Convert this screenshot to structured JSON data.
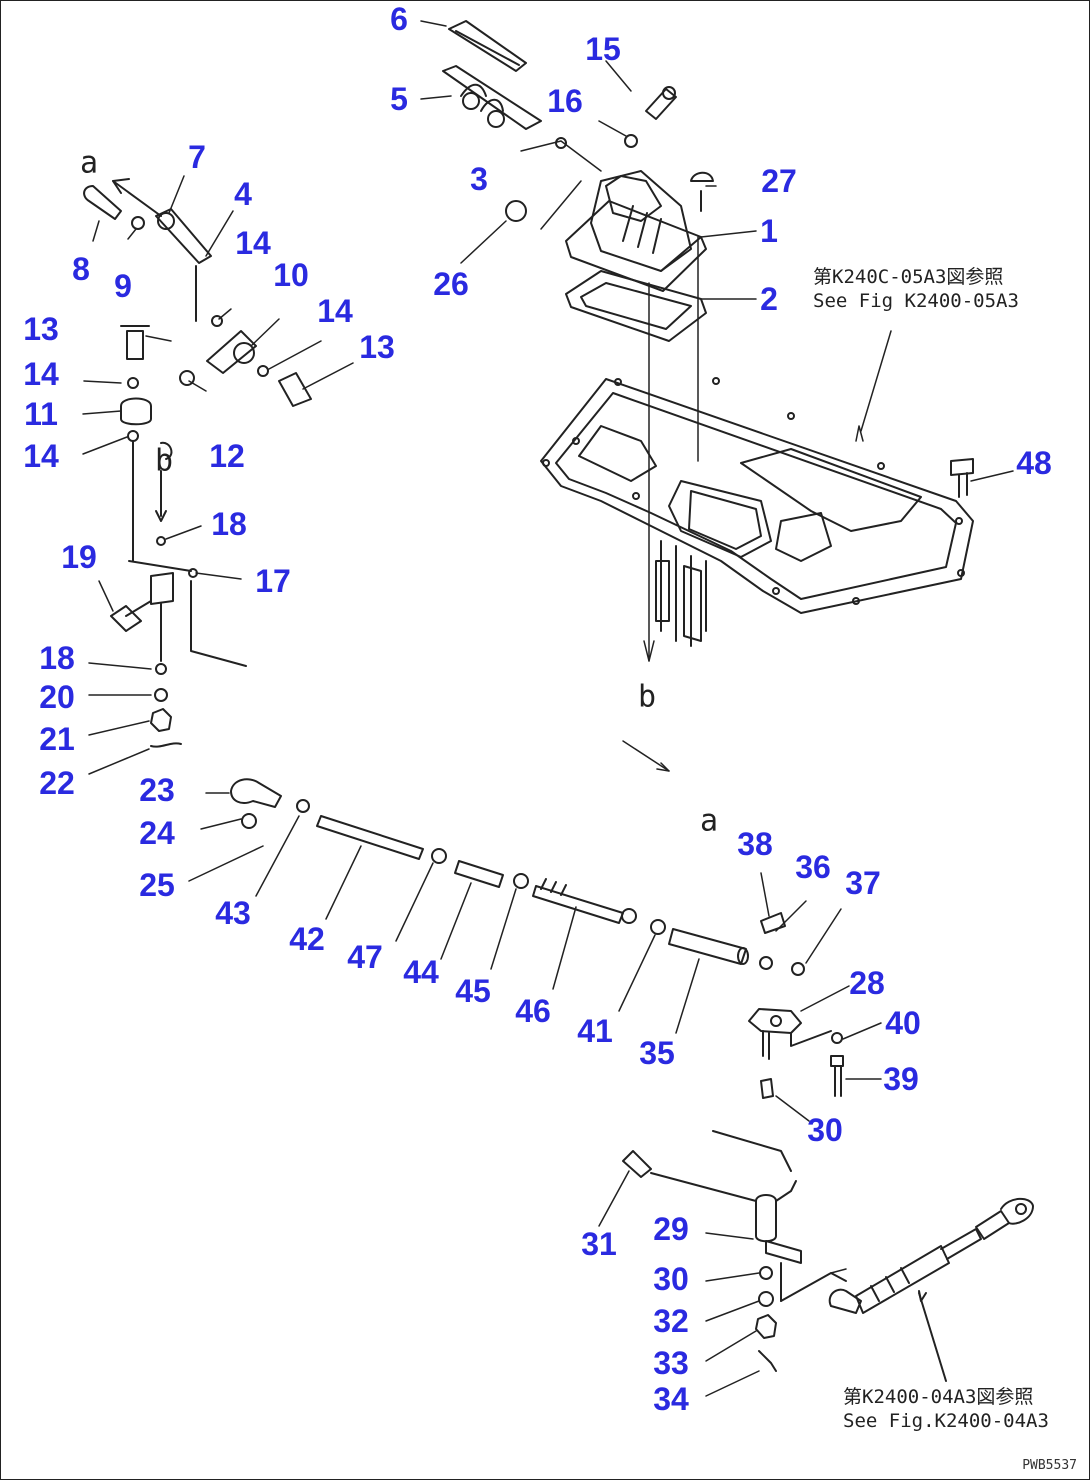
{
  "diagram": {
    "callouts": [
      {
        "id": "c1",
        "text": "1"
      },
      {
        "id": "c2",
        "text": "2"
      },
      {
        "id": "c3",
        "text": "3"
      },
      {
        "id": "c4",
        "text": "4"
      },
      {
        "id": "c5",
        "text": "5"
      },
      {
        "id": "c6",
        "text": "6"
      },
      {
        "id": "c7",
        "text": "7"
      },
      {
        "id": "c8",
        "text": "8"
      },
      {
        "id": "c9",
        "text": "9"
      },
      {
        "id": "c10",
        "text": "10"
      },
      {
        "id": "c11",
        "text": "11"
      },
      {
        "id": "c12",
        "text": "12"
      },
      {
        "id": "c13a",
        "text": "13"
      },
      {
        "id": "c13b",
        "text": "13"
      },
      {
        "id": "c14a",
        "text": "14"
      },
      {
        "id": "c14b",
        "text": "14"
      },
      {
        "id": "c14c",
        "text": "14"
      },
      {
        "id": "c14d",
        "text": "14"
      },
      {
        "id": "c15",
        "text": "15"
      },
      {
        "id": "c16",
        "text": "16"
      },
      {
        "id": "c17",
        "text": "17"
      },
      {
        "id": "c18a",
        "text": "18"
      },
      {
        "id": "c18b",
        "text": "18"
      },
      {
        "id": "c19",
        "text": "19"
      },
      {
        "id": "c20",
        "text": "20"
      },
      {
        "id": "c21",
        "text": "21"
      },
      {
        "id": "c22",
        "text": "22"
      },
      {
        "id": "c23",
        "text": "23"
      },
      {
        "id": "c24",
        "text": "24"
      },
      {
        "id": "c25",
        "text": "25"
      },
      {
        "id": "c26",
        "text": "26"
      },
      {
        "id": "c27",
        "text": "27"
      },
      {
        "id": "c28",
        "text": "28"
      },
      {
        "id": "c29",
        "text": "29"
      },
      {
        "id": "c30a",
        "text": "30"
      },
      {
        "id": "c30b",
        "text": "30"
      },
      {
        "id": "c31",
        "text": "31"
      },
      {
        "id": "c32",
        "text": "32"
      },
      {
        "id": "c33",
        "text": "33"
      },
      {
        "id": "c34",
        "text": "34"
      },
      {
        "id": "c35",
        "text": "35"
      },
      {
        "id": "c36",
        "text": "36"
      },
      {
        "id": "c37",
        "text": "37"
      },
      {
        "id": "c38",
        "text": "38"
      },
      {
        "id": "c39",
        "text": "39"
      },
      {
        "id": "c40",
        "text": "40"
      },
      {
        "id": "c41",
        "text": "41"
      },
      {
        "id": "c42",
        "text": "42"
      },
      {
        "id": "c43",
        "text": "43"
      },
      {
        "id": "c44",
        "text": "44"
      },
      {
        "id": "c45",
        "text": "45"
      },
      {
        "id": "c46",
        "text": "46"
      },
      {
        "id": "c47",
        "text": "47"
      },
      {
        "id": "c48",
        "text": "48"
      }
    ],
    "letters": [
      {
        "id": "la1",
        "text": "a"
      },
      {
        "id": "lb1",
        "text": "b"
      },
      {
        "id": "la2",
        "text": "a"
      },
      {
        "id": "lb2",
        "text": "b"
      }
    ],
    "notes": [
      {
        "id": "n1",
        "line1": "第K240C-05A3図参照",
        "line2": "See Fig K2400-05A3"
      },
      {
        "id": "n2",
        "line1": "第K2400-04A3図参照",
        "line2": "See Fig.K2400-04A3"
      }
    ],
    "drawing_code": "PWB5537",
    "callout_color": "#2a2ae0",
    "line_color": "#222222"
  }
}
